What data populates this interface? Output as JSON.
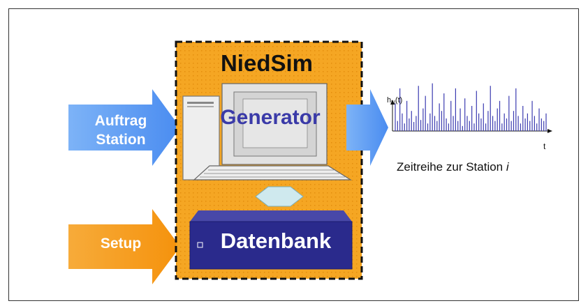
{
  "title": "NiedSim",
  "generator_label": "Generator",
  "database_label": "Datenbank",
  "input_order": {
    "line1": "Auftrag",
    "line2": "Station"
  },
  "input_setup": "Setup",
  "series_axis_label": "h",
  "series_axis_subscript": "N",
  "series_axis_arg": "(t)",
  "series_x_label": "t",
  "series_caption": "Zeitreihe zur Station",
  "series_caption_var": "i",
  "colors": {
    "frame_orange": "#f5a623",
    "blue_arrow": "#5b9cf2",
    "orange_arrow": "#f59a1a",
    "database": "#2a2a8c",
    "generator_text": "#3a3aa8",
    "spikes": "#3b3bb0"
  },
  "spikes": [
    0.55,
    0.2,
    0.85,
    0.35,
    0.15,
    0.6,
    0.25,
    0.4,
    0.18,
    0.3,
    0.9,
    0.22,
    0.45,
    0.7,
    0.15,
    0.35,
    0.95,
    0.3,
    0.2,
    0.55,
    0.4,
    0.75,
    0.25,
    0.15,
    0.6,
    0.3,
    0.85,
    0.2,
    0.45,
    0.1,
    0.65,
    0.3,
    0.2,
    0.5,
    0.15,
    0.8,
    0.35,
    0.25,
    0.55,
    0.15,
    0.4,
    0.9,
    0.3,
    0.2,
    0.45,
    0.6,
    0.15,
    0.35,
    0.25,
    0.7,
    0.2,
    0.4,
    0.85,
    0.3,
    0.15,
    0.5,
    0.25,
    0.35,
    0.2,
    0.6,
    0.3,
    0.15,
    0.45,
    0.25,
    0.2,
    0.35
  ]
}
